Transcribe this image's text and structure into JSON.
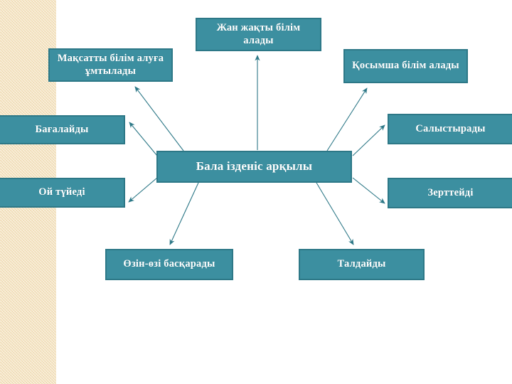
{
  "slide": {
    "title": "Бала ізденіс арқылы",
    "background_color": "#ffffff",
    "band_color": "#f5e2bd",
    "node_fill": "#3c8fa0",
    "node_border": "#2d7887",
    "node_text_color": "#ffffff",
    "arrow_color": "#2d7887"
  },
  "center": {
    "label": "Бала ізденіс арқылы"
  },
  "nodes": [
    {
      "id": "maqsatty",
      "label": "Мақсатты білім алуға ұмтылады"
    },
    {
      "id": "zhan-zhaqty",
      "label": "Жан жақты білім алады"
    },
    {
      "id": "qosymsha",
      "label": "Қосымша білім алады"
    },
    {
      "id": "bagalaidy",
      "label": "Бағалайды"
    },
    {
      "id": "salystyrady",
      "label": "Салыстырады"
    },
    {
      "id": "oi-tuiedi",
      "label": "Ой түйеді"
    },
    {
      "id": "zerttejdi",
      "label": "Зерттейді"
    },
    {
      "id": "ozin-ozi",
      "label": "Өзін-өзі басқарады"
    },
    {
      "id": "taldaidy",
      "label": "Талдайды"
    }
  ],
  "arrows": {
    "count": 8,
    "description": "radial arrows from center box to surrounding boxes",
    "targets": [
      "maqsatty",
      "zhan-zhaqty",
      "qosymsha",
      "bagalaidy",
      "salystyrady",
      "oi-tuiedi",
      "zerttejdi",
      "ozin-ozi",
      "taldaidy"
    ]
  }
}
